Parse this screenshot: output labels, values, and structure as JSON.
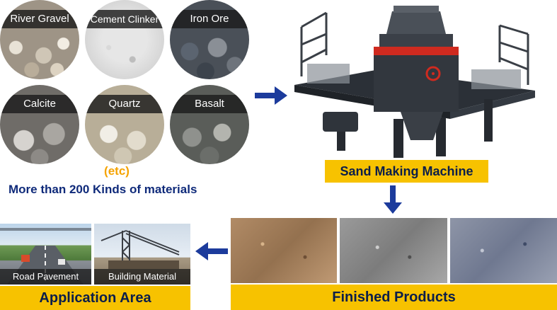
{
  "materials": [
    {
      "label": "River Gravel"
    },
    {
      "label": "Cement Clinker"
    },
    {
      "label": "Iron Ore"
    },
    {
      "label": "Calcite"
    },
    {
      "label": "Quartz"
    },
    {
      "label": "Basalt"
    }
  ],
  "etc_text": "(etc)",
  "materials_note": "More than 200 Kinds of materials",
  "machine_label": "Sand Making Machine",
  "finished_label": "Finished Products",
  "applications": [
    {
      "label": "Road Pavement"
    },
    {
      "label": "Building Material"
    }
  ],
  "application_label": "Application Area",
  "colors": {
    "label_yellow": "#f7c200",
    "arrow_blue": "#1c3b9c",
    "etc_orange": "#f5a300",
    "note_navy": "#0f2a7a"
  },
  "icons": {
    "flow_arrows": "arrow-icon",
    "machine": "sand-making-machine-icon"
  }
}
